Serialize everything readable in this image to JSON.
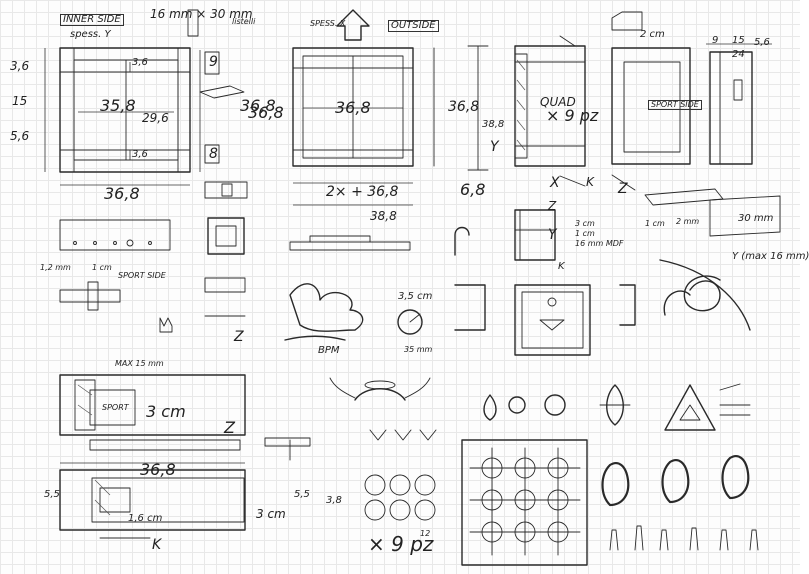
{
  "labels": {
    "l01": "INNER SIDE",
    "l02": "spess. Y",
    "l03": "16 mm × 30 mm",
    "l04": "listelli",
    "l05": "3,6",
    "l06": "3,6",
    "l07": "15",
    "l08": "5,6",
    "l09": "36,8",
    "l10": "35,8",
    "l11": "29,6",
    "l12": "3,6",
    "l13": "36,8",
    "l14": "9",
    "l15": "8",
    "l16": "36,8",
    "l17": "SPESS. X",
    "l18": "OUTSIDE",
    "l19": "36,8",
    "l20": "2× + 36,8",
    "l21": "38,8",
    "l22": "36,8",
    "l23": "QUAD",
    "l24": "× 9 pz",
    "l25": "38,8",
    "l26": "Y",
    "l27": "6,8",
    "l28": "2 cm",
    "l29": "9",
    "l30": "15",
    "l31": "5,6",
    "l32": "24",
    "l33": "Z",
    "l34": "SPORT SIDE",
    "l35": "X",
    "l36": "K",
    "l37": "Z",
    "l38": "Y",
    "l39": "K",
    "l40": "3 cm",
    "l41": "1 cm",
    "l42": "16 mm MDF",
    "l43": "1 cm",
    "l44": "2 mm",
    "l45": "30 mm",
    "l46": "Y (max 16 mm)",
    "l47": "1,2 mm",
    "l48": "1 cm",
    "l49": "SPORT SIDE",
    "l50": "3,5 cm",
    "l51": "35 mm",
    "l52": "BPM",
    "l53": "Z",
    "l54": "MAX 15 mm",
    "l55": "3 cm",
    "l56": "Z",
    "l57": "SPORT",
    "l58": "36,8",
    "l59": "5,5",
    "l60": "5,5",
    "l61": "3,8",
    "l62": "1,6 cm",
    "l63": "3 cm",
    "l64": "K",
    "l65": "× 9 pz",
    "l66": "12"
  },
  "colors": {
    "paper": "#fdfdfd",
    "grid": "#e8e8e8",
    "ink": "#2a2a2a"
  }
}
